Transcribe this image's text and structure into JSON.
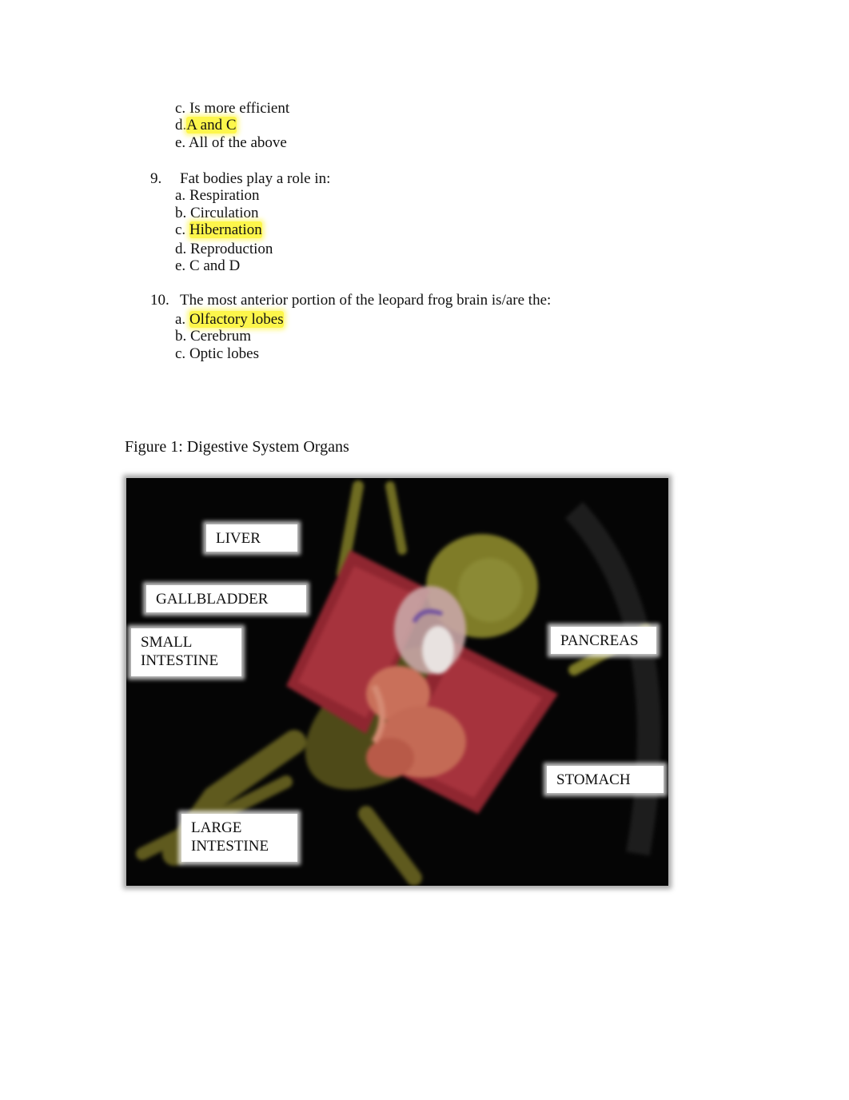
{
  "q8_options": [
    {
      "letter": "c.",
      "text": "Is more efficient",
      "highlighted": false
    },
    {
      "letter": "d.",
      "text": "A and C",
      "highlighted": true
    },
    {
      "letter": "e.",
      "text": "All of the above",
      "highlighted": false
    }
  ],
  "q9": {
    "number": "9.",
    "prompt": "Fat bodies play a role in:",
    "options": [
      {
        "letter": "a.",
        "text": "Respiration",
        "highlighted": false
      },
      {
        "letter": "b.",
        "text": "Circulation",
        "highlighted": false
      },
      {
        "letter": "c.",
        "text": "Hibernation",
        "highlighted": true
      },
      {
        "letter": "d.",
        "text": "Reproduction",
        "highlighted": false
      },
      {
        "letter": "e.",
        "text": "C and D",
        "highlighted": false
      }
    ]
  },
  "q10": {
    "number": "10.",
    "prompt": "The most anterior portion of the leopard frog brain is/are the:",
    "options": [
      {
        "letter": "a.",
        "text": "Olfactory lobes",
        "highlighted": true
      },
      {
        "letter": "b.",
        "text": "Cerebrum",
        "highlighted": false
      },
      {
        "letter": "c.",
        "text": "Optic lobes",
        "highlighted": false
      }
    ]
  },
  "figure": {
    "caption": "Figure 1:  Digestive System Organs",
    "labels": {
      "liver": "LIVER",
      "gallbladder": "GALLBLADDER",
      "small_intestine_1": "SMALL",
      "small_intestine_2": "INTESTINE",
      "pancreas": "PANCREAS",
      "stomach": "STOMACH",
      "large_intestine_1": "LARGE",
      "large_intestine_2": "INTESTINE"
    }
  },
  "colors": {
    "highlight": "#fdf64b",
    "figure_background": "#000000",
    "tissue_red": "#9b2a33",
    "frog_skin_green": "#7d7a26"
  }
}
